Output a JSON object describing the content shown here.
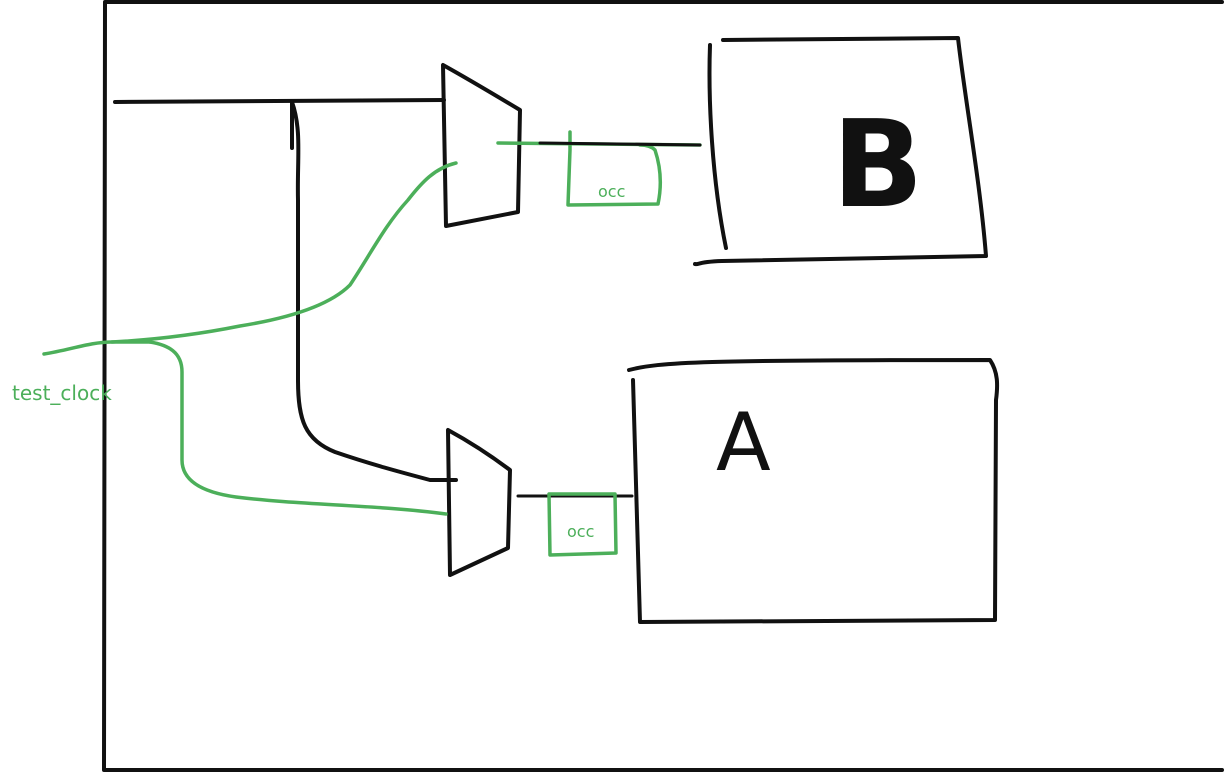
{
  "diagram": {
    "title": "",
    "labels": {
      "test_clock": "test_clock",
      "occ_top": "occ",
      "occ_bottom": "occ",
      "block_b": "B",
      "block_a": "A"
    },
    "colors": {
      "ink": "#111111",
      "test_clock_wire": "#4caf5a",
      "background": "#ffffff"
    },
    "nodes": [
      {
        "id": "mux-top",
        "kind": "multiplexer"
      },
      {
        "id": "mux-bottom",
        "kind": "multiplexer"
      },
      {
        "id": "occ-top",
        "kind": "on-chip clock controller",
        "label": "occ"
      },
      {
        "id": "occ-bottom",
        "kind": "on-chip clock controller",
        "label": "occ"
      },
      {
        "id": "block-b",
        "kind": "block",
        "label": "B"
      },
      {
        "id": "block-a",
        "kind": "block",
        "label": "A"
      }
    ],
    "edges": [
      {
        "from": "functional-clock",
        "to": "mux-top"
      },
      {
        "from": "functional-clock",
        "to": "mux-bottom"
      },
      {
        "from": "test_clock",
        "to": "mux-top"
      },
      {
        "from": "test_clock",
        "to": "mux-bottom"
      },
      {
        "from": "mux-top",
        "to": "occ-top"
      },
      {
        "from": "occ-top",
        "to": "block-b"
      },
      {
        "from": "mux-bottom",
        "to": "occ-bottom"
      },
      {
        "from": "occ-bottom",
        "to": "block-a"
      }
    ]
  }
}
